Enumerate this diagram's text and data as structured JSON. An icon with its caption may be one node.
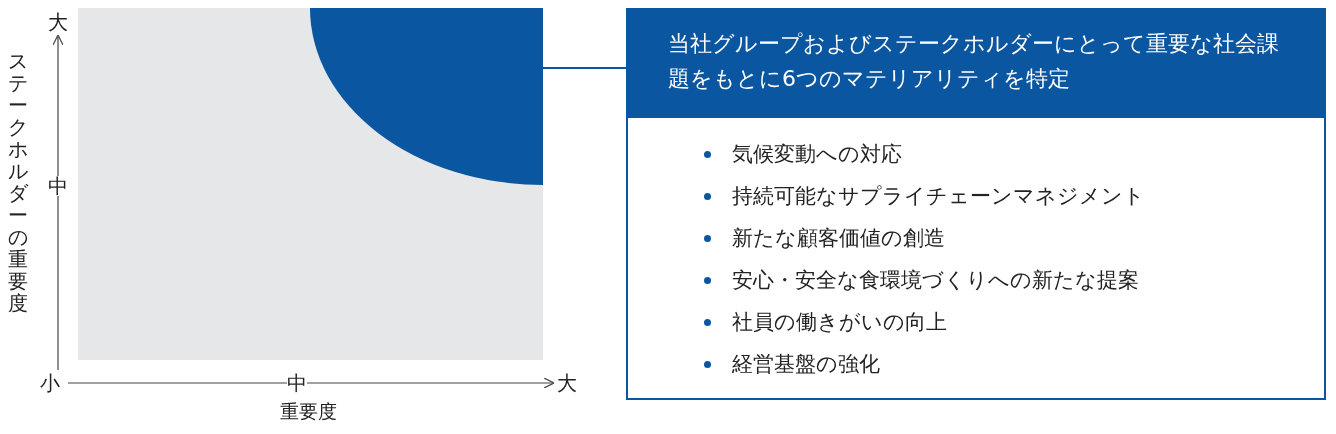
{
  "diagram": {
    "nodes": [
      {
        "text": [],
        "shape": "quadrant"
      },
      {
        "text": [
          "当社グループおよびステークホルダーにとって重要な社会課題をもとに6つのマテリアリティを特定",
          "気候変動への対応",
          "持続可能なサプライチェーンマネジメント",
          "新たな顧客価値の創造",
          "安心・安全な食環境づくりへの新たな提案",
          "社員の働きがいの向上",
          "経営基盤の強化"
        ]
      }
    ],
    "edges": [
      {
        "from": 0,
        "to": 1,
        "arrow": "none",
        "color": "#0b56a0"
      }
    ],
    "labels": [
      "大",
      "中",
      "ステークホルダーの重要度",
      "小",
      "中",
      "大",
      "重要度"
    ]
  }
}
